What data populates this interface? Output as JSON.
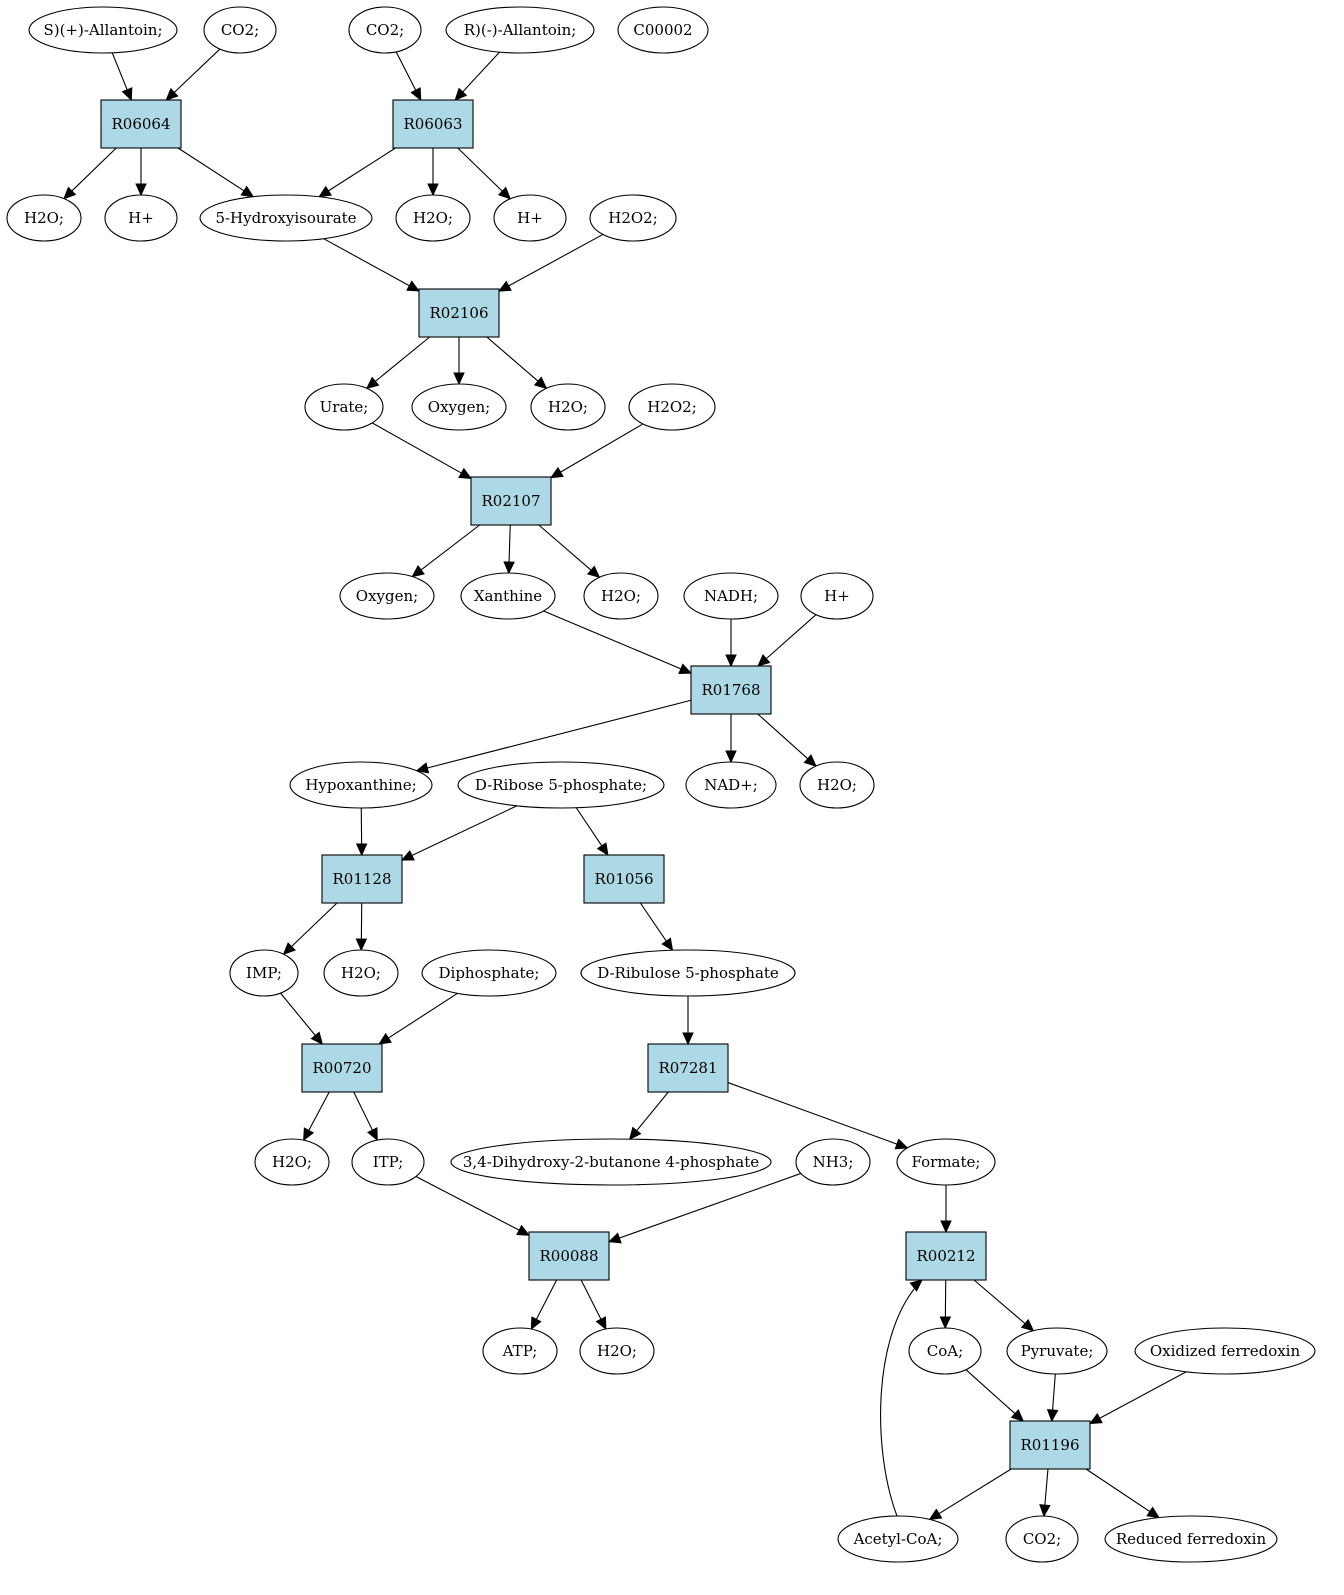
{
  "colors": {
    "reaction_fill": "#add8e6",
    "compound_fill": "#ffffff",
    "highlight_yellow": "#ffff00",
    "highlight_green": "#00ff00",
    "stroke": "#000000"
  },
  "reactions": [
    {
      "id": "r06064",
      "label": "R06064"
    },
    {
      "id": "r06063",
      "label": "R06063"
    },
    {
      "id": "r02106",
      "label": "R02106"
    },
    {
      "id": "r02107",
      "label": "R02107"
    },
    {
      "id": "r01768",
      "label": "R01768"
    },
    {
      "id": "r01128",
      "label": "R01128"
    },
    {
      "id": "r01056",
      "label": "R01056"
    },
    {
      "id": "r00720",
      "label": "R00720"
    },
    {
      "id": "r07281",
      "label": "R07281"
    },
    {
      "id": "r00088",
      "label": "R00088"
    },
    {
      "id": "r00212",
      "label": "R00212"
    },
    {
      "id": "r01196",
      "label": "R01196"
    }
  ],
  "compounds": [
    {
      "id": "s_allantoin",
      "label": "S)(+)-Allantoin;"
    },
    {
      "id": "co2_a",
      "label": "CO2;"
    },
    {
      "id": "co2_b",
      "label": "CO2;"
    },
    {
      "id": "r_allantoin",
      "label": "R)(-)-Allantoin;"
    },
    {
      "id": "c00002",
      "label": "C00002",
      "color": "yellow"
    },
    {
      "id": "h2o_a",
      "label": "H2O;"
    },
    {
      "id": "hplus_a",
      "label": "H+"
    },
    {
      "id": "hydroxyisourate",
      "label": "5-Hydroxyisourate"
    },
    {
      "id": "h2o_b",
      "label": "H2O;"
    },
    {
      "id": "hplus_b",
      "label": "H+"
    },
    {
      "id": "h2o2_a",
      "label": "H2O2;"
    },
    {
      "id": "urate",
      "label": "Urate;"
    },
    {
      "id": "oxygen_a",
      "label": "Oxygen;"
    },
    {
      "id": "h2o_c",
      "label": "H2O;"
    },
    {
      "id": "h2o2_b",
      "label": "H2O2;"
    },
    {
      "id": "oxygen_b",
      "label": "Oxygen;"
    },
    {
      "id": "xanthine",
      "label": "Xanthine"
    },
    {
      "id": "h2o_d",
      "label": "H2O;"
    },
    {
      "id": "nadh",
      "label": "NADH;"
    },
    {
      "id": "hplus_c",
      "label": "H+"
    },
    {
      "id": "hypoxanthine",
      "label": "Hypoxanthine;"
    },
    {
      "id": "ribose5p",
      "label": "D-Ribose 5-phosphate;",
      "color": "green"
    },
    {
      "id": "nadplus",
      "label": "NAD+;"
    },
    {
      "id": "h2o_e",
      "label": "H2O;"
    },
    {
      "id": "imp",
      "label": "IMP;"
    },
    {
      "id": "h2o_f",
      "label": "H2O;"
    },
    {
      "id": "diphosphate",
      "label": "Diphosphate;"
    },
    {
      "id": "ribulose5p",
      "label": "D-Ribulose 5-phosphate"
    },
    {
      "id": "h2o_g",
      "label": "H2O;"
    },
    {
      "id": "itp",
      "label": "ITP;"
    },
    {
      "id": "dihydroxybutanone",
      "label": "3,4-Dihydroxy-2-butanone 4-phosphate"
    },
    {
      "id": "nh3",
      "label": "NH3;"
    },
    {
      "id": "formate",
      "label": "Formate;"
    },
    {
      "id": "atp",
      "label": "ATP;"
    },
    {
      "id": "h2o_h",
      "label": "H2O;"
    },
    {
      "id": "coa",
      "label": "CoA;"
    },
    {
      "id": "pyruvate",
      "label": "Pyruvate;"
    },
    {
      "id": "oxidized_ferredoxin",
      "label": "Oxidized ferredoxin"
    },
    {
      "id": "acetylcoa",
      "label": "Acetyl-CoA;"
    },
    {
      "id": "co2_c",
      "label": "CO2;"
    },
    {
      "id": "reduced_ferredoxin",
      "label": "Reduced ferredoxin"
    }
  ],
  "edges": [
    [
      "s_allantoin",
      "r06064"
    ],
    [
      "co2_a",
      "r06064"
    ],
    [
      "co2_b",
      "r06063"
    ],
    [
      "r_allantoin",
      "r06063"
    ],
    [
      "r06064",
      "h2o_a"
    ],
    [
      "r06064",
      "hplus_a"
    ],
    [
      "r06064",
      "hydroxyisourate"
    ],
    [
      "r06063",
      "hydroxyisourate"
    ],
    [
      "r06063",
      "h2o_b"
    ],
    [
      "r06063",
      "hplus_b"
    ],
    [
      "hydroxyisourate",
      "r02106"
    ],
    [
      "h2o2_a",
      "r02106"
    ],
    [
      "r02106",
      "urate"
    ],
    [
      "r02106",
      "oxygen_a"
    ],
    [
      "r02106",
      "h2o_c"
    ],
    [
      "urate",
      "r02107"
    ],
    [
      "h2o2_b",
      "r02107"
    ],
    [
      "r02107",
      "oxygen_b"
    ],
    [
      "r02107",
      "xanthine"
    ],
    [
      "r02107",
      "h2o_d"
    ],
    [
      "xanthine",
      "r01768"
    ],
    [
      "nadh",
      "r01768"
    ],
    [
      "hplus_c",
      "r01768"
    ],
    [
      "r01768",
      "hypoxanthine"
    ],
    [
      "r01768",
      "nadplus"
    ],
    [
      "r01768",
      "h2o_e"
    ],
    [
      "hypoxanthine",
      "r01128"
    ],
    [
      "ribose5p",
      "r01128"
    ],
    [
      "ribose5p",
      "r01056"
    ],
    [
      "r01128",
      "imp"
    ],
    [
      "r01128",
      "h2o_f"
    ],
    [
      "r01056",
      "ribulose5p"
    ],
    [
      "imp",
      "r00720"
    ],
    [
      "diphosphate",
      "r00720"
    ],
    [
      "ribulose5p",
      "r07281"
    ],
    [
      "r00720",
      "h2o_g"
    ],
    [
      "r00720",
      "itp"
    ],
    [
      "r07281",
      "dihydroxybutanone"
    ],
    [
      "r07281",
      "formate"
    ],
    [
      "itp",
      "r00088"
    ],
    [
      "nh3",
      "r00088"
    ],
    [
      "formate",
      "r00212"
    ],
    [
      "r00088",
      "atp"
    ],
    [
      "r00088",
      "h2o_h"
    ],
    [
      "r00212",
      "coa"
    ],
    [
      "r00212",
      "pyruvate"
    ],
    [
      "coa",
      "r01196"
    ],
    [
      "pyruvate",
      "r01196"
    ],
    [
      "oxidized_ferredoxin",
      "r01196"
    ],
    [
      "r01196",
      "acetylcoa"
    ],
    [
      "r01196",
      "co2_c"
    ],
    [
      "r01196",
      "reduced_ferredoxin"
    ],
    [
      "acetylcoa",
      "r00212"
    ]
  ]
}
